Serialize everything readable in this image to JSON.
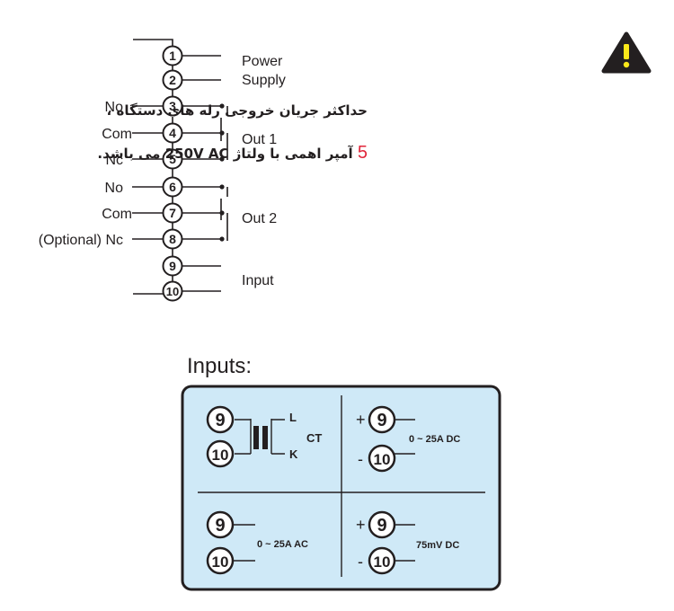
{
  "terminals": [
    "1",
    "2",
    "3",
    "4",
    "5",
    "6",
    "7",
    "8",
    "9",
    "10"
  ],
  "wiring": {
    "power_label": "Power",
    "supply_label": "Supply",
    "input_label": "Input",
    "out1_label": "Out 1",
    "out2_label": "Out 2",
    "no_label": "No",
    "com_label": "Com",
    "nc_label": "Nc",
    "optional_nc_label": "(Optional) Nc"
  },
  "warning": {
    "icon": "warning-triangle-icon",
    "line1": "حداکثر جریان خروجی رله های دستگاه ،",
    "number": "5",
    "line2": "آمپر اهمی با ولتاژ 250V AC می باشد."
  },
  "inputs": {
    "title": "Inputs:",
    "ct_label": "CT",
    "l_label": "L",
    "k_label": "K",
    "dc_current": "0 ~ 25A DC",
    "ac_current": "0 ~ 25A AC",
    "mv_dc": "75mV DC",
    "plus": "+",
    "minus": "-"
  },
  "colors": {
    "line": "#231f20",
    "panel_fill": "#cfe9f7",
    "warning_fill": "#fbe81a",
    "accent_red": "#e0253a"
  }
}
